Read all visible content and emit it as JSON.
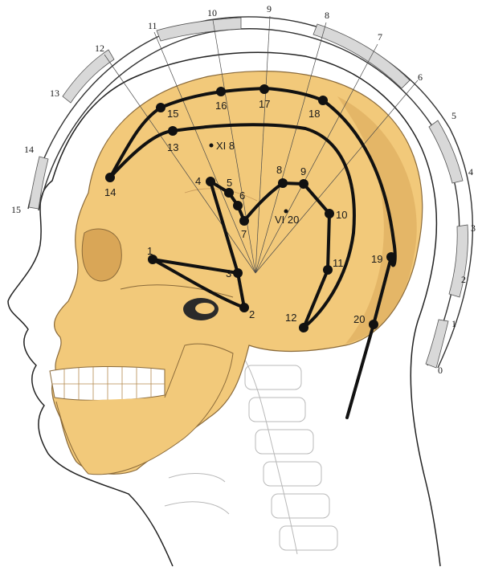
{
  "scale_labels": [
    "0",
    "1",
    "2",
    "3",
    "4",
    "5",
    "6",
    "7",
    "8",
    "9",
    "10",
    "11",
    "12",
    "13",
    "14",
    "15"
  ],
  "points": [
    "1",
    "2",
    "3",
    "4",
    "5",
    "6",
    "7",
    "8",
    "9",
    "10",
    "11",
    "12",
    "13",
    "14",
    "15",
    "16",
    "17",
    "18",
    "19",
    "20"
  ],
  "roman_labels": {
    "xi": "XI 8",
    "vi": "VI 20"
  },
  "colors": {
    "bone": "#f2c97a",
    "bone_shade": "#d9a657",
    "line": "#111111",
    "skin": "#ffffff",
    "scale_fill": "#d8d8d8"
  }
}
